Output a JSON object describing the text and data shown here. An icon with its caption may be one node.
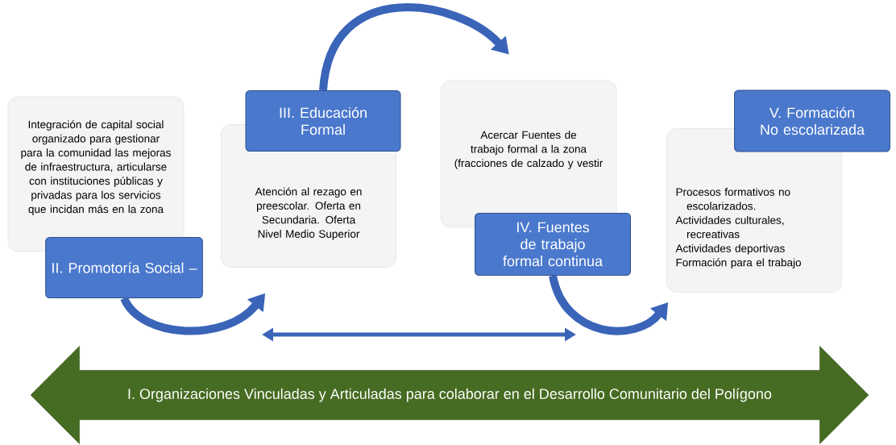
{
  "diagram": {
    "nodes": [
      {
        "text": [
          "Integración de capital social organizado  para gestionar para la comunidad las mejoras de infraestructura, articularse con instituciones públicas y privadas  para los servicios  que incidan más en la zona"
        ]
      },
      {
        "text": [
          "II. Promotoría Social –"
        ]
      },
      {
        "text": [
          "Atención al rezago en preescolar. Oferta en Secundaria. Oferta Nivel Medio Superior"
        ]
      },
      {
        "text": [
          "III. Educación Formal"
        ]
      },
      {
        "text": [
          "Acercar Fuentes de trabajo formal a la zona (fracciones de calzado y vestir"
        ]
      },
      {
        "text": [
          "IV. Fuentes de trabajo formal continua"
        ]
      },
      {
        "text": [
          "Procesos formativos no escolarizados.",
          "Actividades culturales, recreativas",
          "Actividades deportivas",
          "Formación para el trabajo"
        ]
      },
      {
        "text": [
          "V. Formación No escolarizada"
        ]
      },
      {
        "text": [
          "I. Organizaciones Vinculadas y Articuladas para colaborar en el Desarrollo Comunitario del Polígono"
        ]
      }
    ],
    "edges": [
      {
        "from": 1,
        "to": 2,
        "arrow": "to"
      },
      {
        "from": 3,
        "to": 4,
        "arrow": "to"
      },
      {
        "from": 5,
        "to": 6,
        "arrow": "to"
      }
    ]
  }
}
